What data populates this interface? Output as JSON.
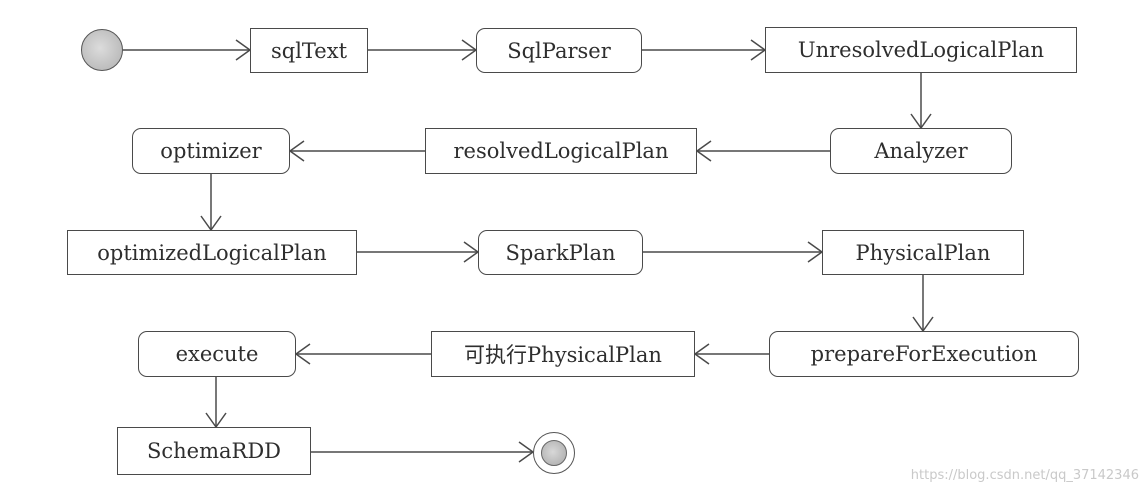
{
  "nodes": {
    "sqlText": "sqlText",
    "sqlParser": "SqlParser",
    "unresolvedLogicalPlan": "UnresolvedLogicalPlan",
    "analyzer": "Analyzer",
    "resolvedLogicalPlan": "resolvedLogicalPlan",
    "optimizer": "optimizer",
    "optimizedLogicalPlan": "optimizedLogicalPlan",
    "sparkPlan": "SparkPlan",
    "physicalPlan": "PhysicalPlan",
    "prepareForExecution": "prepareForExecution",
    "executablePhysicalPlan": "可执行PhysicalPlan",
    "execute": "execute",
    "schemaRDD": "SchemaRDD"
  },
  "watermark": "https://blog.csdn.net/qq_37142346",
  "colors": {
    "line": "#4a4a4a",
    "text": "#2e2e2e",
    "start_fill": "#c4c4c4"
  }
}
